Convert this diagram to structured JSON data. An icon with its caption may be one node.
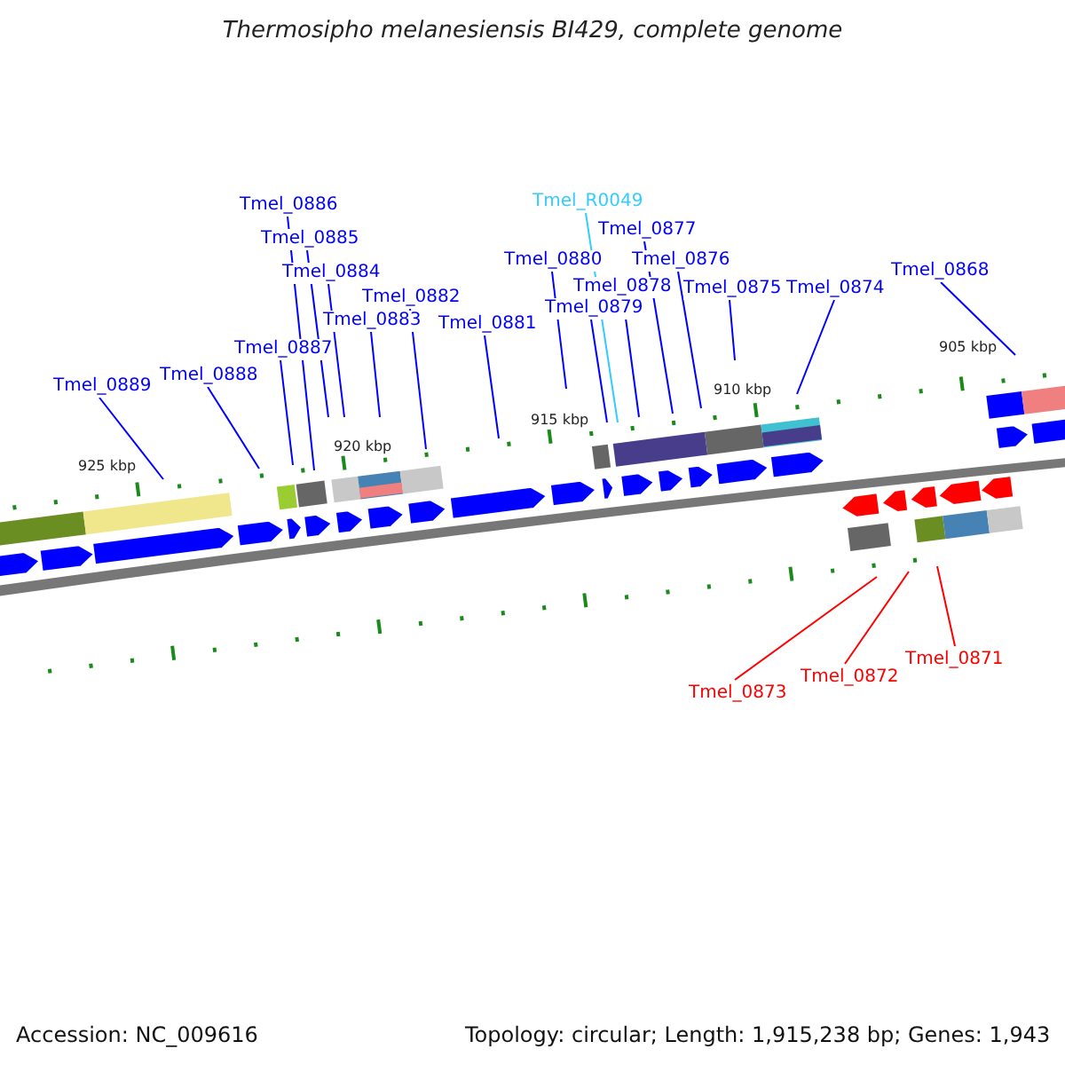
{
  "diagram": {
    "title": "Thermosipho melanesiensis BI429, complete genome",
    "nodes": [
      {
        "text": [
          "Tmel_0889"
        ]
      },
      {
        "text": [
          "Tmel_0888"
        ]
      },
      {
        "text": [
          "Tmel_0887"
        ]
      },
      {
        "text": [
          "Tmel_0886"
        ]
      },
      {
        "text": [
          "Tmel_0885"
        ]
      },
      {
        "text": [
          "Tmel_0884"
        ]
      },
      {
        "text": [
          "Tmel_0883"
        ]
      },
      {
        "text": [
          "Tmel_0882"
        ]
      },
      {
        "text": [
          "Tmel_0881"
        ]
      },
      {
        "text": [
          "Tmel_0880"
        ]
      },
      {
        "text": [
          "Tmel_0879"
        ]
      },
      {
        "text": [
          "Tmel_R0049"
        ]
      },
      {
        "text": [
          "Tmel_0878"
        ]
      },
      {
        "text": [
          "Tmel_0877"
        ]
      },
      {
        "text": [
          "Tmel_0876"
        ]
      },
      {
        "text": [
          "Tmel_0875"
        ]
      },
      {
        "text": [
          "Tmel_0874"
        ]
      },
      {
        "text": [
          "Tmel_0868"
        ]
      },
      {
        "text": [
          "Tmel_0873"
        ]
      },
      {
        "text": [
          "Tmel_0872"
        ]
      },
      {
        "text": [
          "Tmel_0871"
        ]
      }
    ],
    "edges": [
      {
        "from": 0,
        "to": null,
        "arrow": "none"
      },
      {
        "from": 1,
        "to": null,
        "arrow": "none"
      },
      {
        "from": 2,
        "to": null,
        "arrow": "none"
      },
      {
        "from": 3,
        "to": null,
        "arrow": "none"
      },
      {
        "from": 4,
        "to": null,
        "arrow": "none"
      },
      {
        "from": 5,
        "to": null,
        "arrow": "none"
      },
      {
        "from": 6,
        "to": null,
        "arrow": "none"
      },
      {
        "from": 7,
        "to": null,
        "arrow": "none"
      },
      {
        "from": 8,
        "to": null,
        "arrow": "none"
      },
      {
        "from": 9,
        "to": null,
        "arrow": "none"
      },
      {
        "from": 10,
        "to": null,
        "arrow": "none"
      },
      {
        "from": 11,
        "to": null,
        "arrow": "none",
        "color": "#33ccff"
      },
      {
        "from": 12,
        "to": null,
        "arrow": "none"
      },
      {
        "from": 13,
        "to": null,
        "arrow": "none"
      },
      {
        "from": 14,
        "to": null,
        "arrow": "none"
      },
      {
        "from": 15,
        "to": null,
        "arrow": "none"
      },
      {
        "from": 16,
        "to": null,
        "arrow": "none"
      },
      {
        "from": 17,
        "to": null,
        "arrow": "none"
      },
      {
        "from": 18,
        "to": null,
        "arrow": "none",
        "color": "#ff0000"
      },
      {
        "from": 19,
        "to": null,
        "arrow": "none",
        "color": "#ff0000"
      },
      {
        "from": 20,
        "to": null,
        "arrow": "none",
        "color": "#ff0000"
      }
    ],
    "labels": [
      "905 kbp",
      "910 kbp",
      "915 kbp",
      "920 kbp",
      "925 kbp",
      "Accession: NC_009616",
      "Topology: circular; Length: 1,915,238 bp; Genes: 1,943"
    ]
  }
}
